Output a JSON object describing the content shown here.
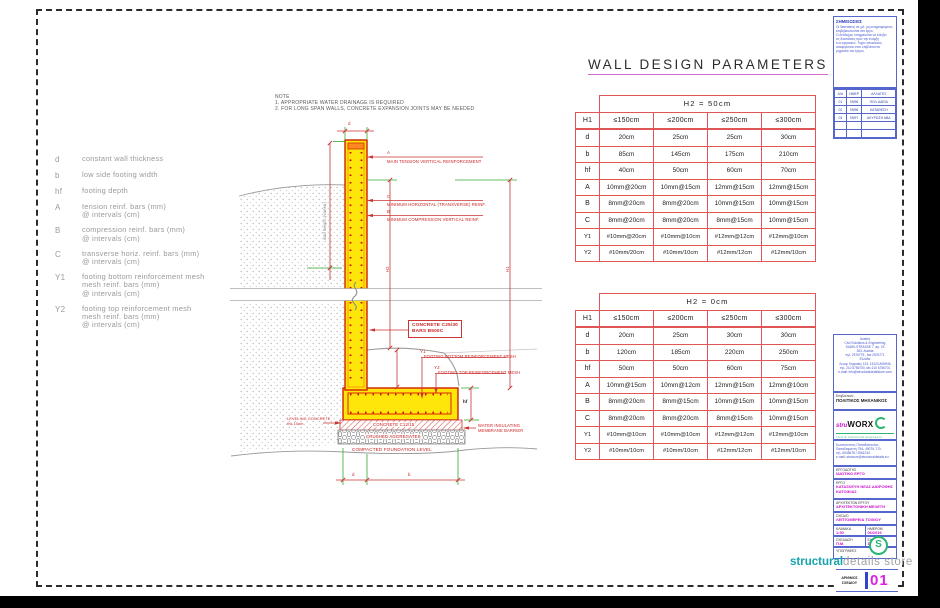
{
  "colors": {
    "accent_red": "#e05555",
    "magenta": "#cc11cc",
    "blue": "#4455cc",
    "green": "#2ab573",
    "teal": "#14a3ad",
    "yellow": "#ffe60a"
  },
  "note": {
    "title": "NOTE",
    "lines": [
      "1. APPROPRIATE WATER DRAINAGE IS REQUIRED",
      "2. FOR LONG SPAN WALLS, CONCRETE EXPANSION JOINTS MAY BE NEEDED"
    ]
  },
  "legend": {
    "items": [
      {
        "sym": "d",
        "lines": [
          "constant wall thickness"
        ]
      },
      {
        "sym": "b",
        "lines": [
          "low side footing width"
        ]
      },
      {
        "sym": "hf",
        "lines": [
          "footing depth"
        ]
      },
      {
        "sym": "A",
        "lines": [
          "tension reinf. bars (mm)",
          "@ intervals (cm)"
        ]
      },
      {
        "sym": "B",
        "lines": [
          "compression reinf. bars (mm)",
          "@ intervals (cm)"
        ]
      },
      {
        "sym": "C",
        "lines": [
          "transverse horiz. reinf. bars (mm)",
          "@ intervals (cm)"
        ]
      },
      {
        "sym": "Y1",
        "lines": [
          "footing bottom reinforcement mesh",
          "mesh reinf. bars (mm)",
          "@ intervals (cm)"
        ]
      },
      {
        "sym": "Y2",
        "lines": [
          "footing top reinforcement mesh",
          "mesh reinf. bars (mm)",
          "@ intervals (cm)"
        ]
      }
    ]
  },
  "drawing": {
    "leaders": {
      "a_sym": "A",
      "a_text": "MAIN TENSION VERTICAL REINFORCEMENT",
      "c_sym": "C",
      "c_text": "MINIMUM HORIZONTAL (TRANSVERSE) REINF.",
      "b_sym": "B",
      "b_text": "MINIMUM COMPRESSION VERTICAL REINF.",
      "y1_sym": "Y1",
      "y1_text": "FOOTING BOTTOM REINFORCEMENT MESH",
      "y2_sym": "Y2",
      "y2_text": "FOOTING TOP REINFORCEMENT MESH"
    },
    "concrete_note": {
      "l1": "CONCRETE C25/30",
      "l2": "BARS B500C"
    },
    "materials": {
      "leveling_l1": "LEVELING CONCRETE",
      "leveling_l2": "thk 10cm",
      "membrane_l1": "WATER INSULATING",
      "membrane_l2": "MEMBRANE BARRIER",
      "strip": "CONCRETE C12/15",
      "aggregates": "CRUSHED AGGREGATES",
      "compacted": "COMPACTED FOUNDATION LEVEL"
    },
    "dims": {
      "d_top": "d",
      "wall_height": "wall height (varies)",
      "h2": "H2",
      "h1": "H1",
      "hf": "hf",
      "d_bot": "d",
      "b_bot": "b"
    }
  },
  "tables": {
    "title": "WALL DESIGN PARAMETERS",
    "h1_label": "H1",
    "list": [
      {
        "caption": "H2 = 50cm",
        "columns": [
          "≤150cm",
          "≤200cm",
          "≤250cm",
          "≤300cm"
        ],
        "rows": [
          {
            "label": "d",
            "values": [
              "20cm",
              "25cm",
              "25cm",
              "30cm"
            ]
          },
          {
            "label": "b",
            "values": [
              "85cm",
              "145cm",
              "175cm",
              "210cm"
            ]
          },
          {
            "label": "hf",
            "values": [
              "40cm",
              "50cm",
              "60cm",
              "70cm"
            ]
          },
          {
            "label": "A",
            "values": [
              "10mm@20cm",
              "10mm@15cm",
              "12mm@15cm",
              "12mm@15cm"
            ]
          },
          {
            "label": "B",
            "values": [
              "8mm@20cm",
              "8mm@20cm",
              "10mm@15cm",
              "10mm@15cm"
            ]
          },
          {
            "label": "C",
            "values": [
              "8mm@20cm",
              "8mm@20cm",
              "8mm@15cm",
              "10mm@15cm"
            ]
          },
          {
            "label": "Y1",
            "values": [
              "#10mm@20cm",
              "#10mm@10cm",
              "#12mm@12cm",
              "#12mm@10cm"
            ]
          },
          {
            "label": "Y2",
            "values": [
              "#10mm/20cm",
              "#10mm/10cm",
              "#12mm/12cm",
              "#12mm/10cm"
            ]
          }
        ]
      },
      {
        "caption": "H2 = 0cm",
        "columns": [
          "≤150cm",
          "≤200cm",
          "≤250cm",
          "≤300cm"
        ],
        "rows": [
          {
            "label": "d",
            "values": [
              "20cm",
              "25cm",
              "30cm",
              "30cm"
            ]
          },
          {
            "label": "b",
            "values": [
              "120cm",
              "185cm",
              "220cm",
              "250cm"
            ]
          },
          {
            "label": "hf",
            "values": [
              "50cm",
              "50cm",
              "60cm",
              "75cm"
            ]
          },
          {
            "label": "A",
            "values": [
              "10mm@15cm",
              "10mm@12cm",
              "12mm@15cm",
              "12mm@10cm"
            ]
          },
          {
            "label": "B",
            "values": [
              "8mm@20cm",
              "8mm@15cm",
              "10mm@15cm",
              "10mm@15cm"
            ]
          },
          {
            "label": "C",
            "values": [
              "8mm@20cm",
              "8mm@20cm",
              "8mm@15cm",
              "10mm@15cm"
            ]
          },
          {
            "label": "Y1",
            "values": [
              "#10mm@10cm",
              "#10mm@10cm",
              "#12mm@12cm",
              "#12mm@10cm"
            ]
          },
          {
            "label": "Y2",
            "values": [
              "#10mm/10cm",
              "#10mm/10cm",
              "#12mm/12cm",
              "#12mm/10cm"
            ]
          }
        ]
      }
    ]
  },
  "titleblock": {
    "notes_title": "ΣΗΜΕΙΩΣΕΙΣ",
    "notes_lines": [
      "Οι διαστάσεις σε χιλ. μη αναγραφόμενες",
      "επιβεβαιώνονται στο έργο.",
      "Ο Ανάδοχος υποχρεούται να ελέγξει",
      "τις διαστάσεις πριν την έναρξη",
      "των εργασιών. Τυχόν αποκλίσεις",
      "αναφέρονται στον επιβλέποντα",
      "μηχανικό του έργου."
    ],
    "revisions": {
      "header": [
        "Α/Α",
        "ΗΜΕΡ",
        "ΑΛΛΑΓΕΣ"
      ],
      "rows": [
        [
          "01",
          "09/96",
          "ΠΟΛ.ΑΔΕΙΑ"
        ],
        [
          "02",
          "09/96",
          "ΚΑΤΑΘΕΣΗ"
        ],
        [
          "03",
          "09/97",
          "ΑΚΥΡΩΣΗ ΑΒΔ"
        ],
        [
          "",
          "",
          ""
        ],
        [
          "",
          "",
          ""
        ]
      ]
    },
    "address_lines": [
      "Austria",
      "Civil Solutions & Engineering",
      "SADELSTRASSE 7, αρ. 23",
      "303, Austria",
      "τηλ. 2576775 - fax 2576771",
      "Ελλάδα",
      "Λεωφ. Κηφισίας 123, 15123 ΑΘΗΝΑ",
      "τηλ. 210 6756700, fax 210 6756701",
      "e-mail: info@structuraldetailstore.com"
    ],
    "supervisor_label": "Επιβλεπών:",
    "supervisor": "ΠΟΛΙΤΙΚΟΣ ΜΗΧΑΝΙΚΟΣ",
    "logo": {
      "prefix": "stru",
      "main": "WORX",
      "tagline": "civil & structural engineers"
    },
    "contact_lines": [
      "Κωνσταντίνος Παπαδόπουλος",
      "Παπαδιαμάντη 79Α, 49075, Τ.Θ.",
      "τηλ. 6945678 / 2561234",
      "e-mail: struworx@structuraldetails.eu"
    ],
    "ergodotis_label": "ΕΡΓΟΔΟΤΗΣ",
    "ergodotis": "ΙΔΙΩΤΙΚΟ ΕΡΓΟ",
    "ergo_label": "ΕΡΓΟ",
    "ergo_lines": [
      "ΚΑΤΑΣΚΕΥΗ ΝΕΑΣ ΔΙΩΡΟΦΗΣ",
      "ΚΑΤΟΙΚΙΑΣ"
    ],
    "architect_label": "ΑΡΧΙΤΕΚΤΩΝ ΕΡΓΟΥ",
    "architect": "ΑΡΧΙΤΕΚΤΟΝΙΚΗ ΜΕΛΕΤΗ",
    "sxedio_label": "ΣΧΕΔΙΟ",
    "sxedio": "ΛΕΠΤΟΜΕΡΕΙΑ ΤΟΙΧΙΟΥ",
    "klimaka_label": "ΚΛΙΜΑΚΑ",
    "klimaka": "1:50",
    "imerom_label": "ΗΜΕΡΟΜ",
    "imerom": "06/2019",
    "sxediasi_label": "ΣΧΕΔΙΑΣΗ",
    "sxediasi": "Π.Μ.",
    "elegxos_label": "ΕΛΕΓΧΟΣ",
    "elegxos": "Σ.Σ.",
    "ypografes_label": "ΥΠΟΓΡΑΦΕΣ",
    "number_label_1": "ΑΡΙΘΜΟΣ",
    "number_label_2": "ΣΧΕΔΙΟΥ",
    "number": "01"
  },
  "brand": {
    "s": "S",
    "name_strong": "structural",
    "name_light": "details store"
  }
}
